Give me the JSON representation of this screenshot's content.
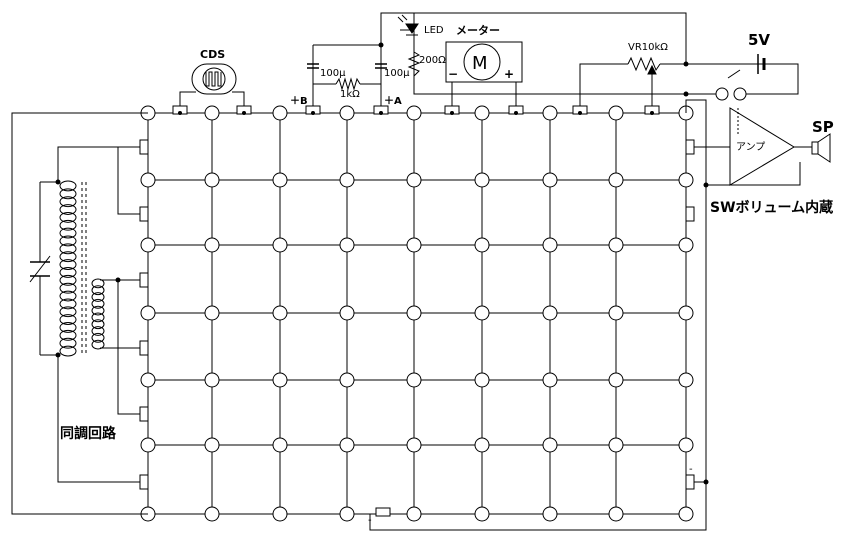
{
  "labels": {
    "cds": "CDS",
    "led": "LED",
    "meter": "メーター",
    "motor": "M",
    "minus": "−",
    "plus": "+",
    "res_200": "200Ω",
    "cap_a": "100μ",
    "cap_b": "100μ",
    "res_1k": "1kΩ",
    "plus_b": "＋B",
    "plus_a": "＋A",
    "vr": "VR10kΩ",
    "batt": "5V",
    "amp": "アンプ",
    "sp": "SP",
    "sw_vol": "SWボリューム内蔵",
    "tuning": "同調回路",
    "minus_small": "-",
    "minus_bottom": "-"
  }
}
